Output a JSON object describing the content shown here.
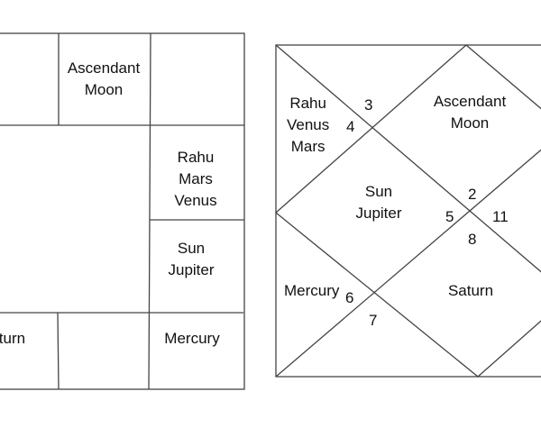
{
  "north_indian_square_chart": {
    "houses": {
      "top_middle": [
        "Ascendant",
        "Moon"
      ],
      "right_upper": [
        "Rahu",
        "Mars",
        "Venus"
      ],
      "right_middle": [
        "Sun",
        "Jupiter"
      ],
      "bottom_right": [
        "Mercury"
      ],
      "bottom_left": [
        "Saturn"
      ]
    }
  },
  "diamond_chart": {
    "houses": {
      "upper_left": [
        "Rahu",
        "Venus",
        "Mars"
      ],
      "top": [
        "Ascendant",
        "Moon"
      ],
      "center_left": [
        "Sun",
        "Jupiter"
      ],
      "lower_left": [
        "Mercury"
      ],
      "bottom": [
        "Saturn"
      ]
    },
    "sign_numbers": [
      "3",
      "4",
      "2",
      "5",
      "11",
      "8",
      "6",
      "7"
    ]
  }
}
